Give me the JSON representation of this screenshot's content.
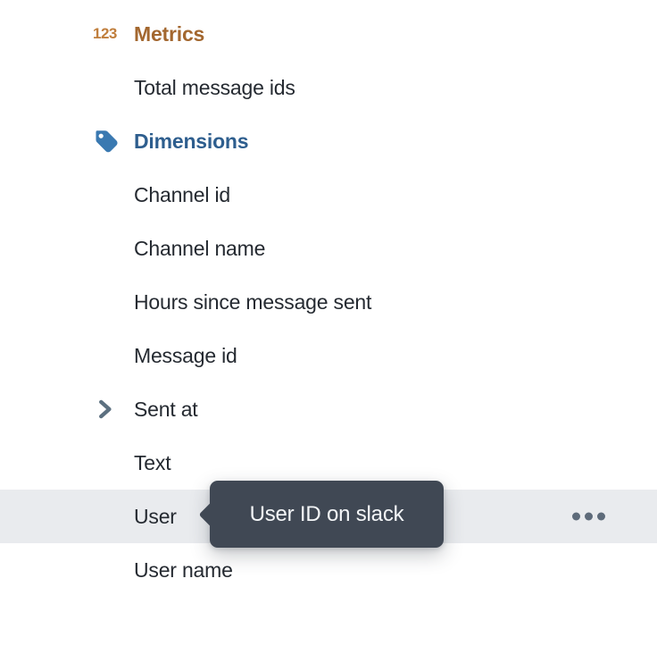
{
  "panel": {
    "metrics_header": {
      "label": "Metrics",
      "icon_text": "123"
    },
    "metrics_items": [
      {
        "label": "Total message ids"
      }
    ],
    "dimensions_header": {
      "label": "Dimensions"
    },
    "dimensions_items": [
      {
        "label": "Channel id"
      },
      {
        "label": "Channel name"
      },
      {
        "label": "Hours since message sent"
      },
      {
        "label": "Message id"
      },
      {
        "label": "Sent at",
        "expandable": true
      },
      {
        "label": "Text"
      },
      {
        "label": "User",
        "highlighted": true,
        "has_options_menu": true
      },
      {
        "label": "User name"
      }
    ]
  },
  "tooltip": {
    "text": "User ID on slack"
  },
  "colors": {
    "metrics_accent": "#A3672F",
    "metrics_icon": "#C07E3C",
    "dimensions_accent": "#2E5E8E",
    "dimensions_icon": "#3A79B1",
    "item_text": "#252A31",
    "muted_icon": "#5C7080",
    "row_highlight": "#E9EBEE",
    "tooltip_bg": "#404854",
    "tooltip_text": "#F4F6F8"
  }
}
